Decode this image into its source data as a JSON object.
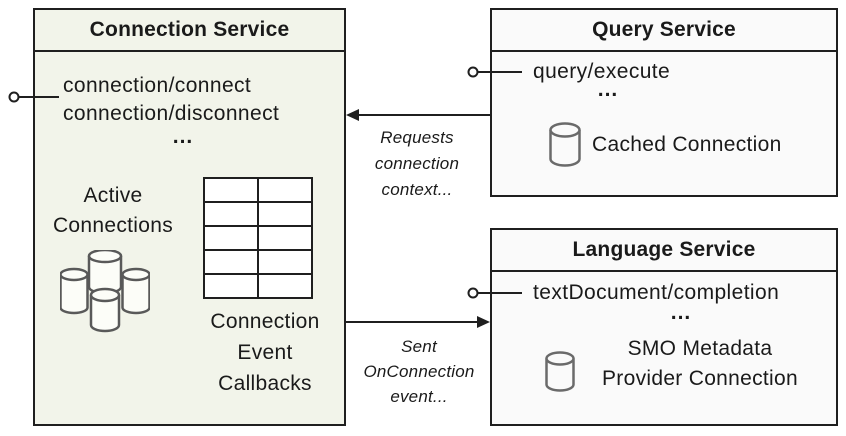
{
  "colors": {
    "connection_box_fill": "#f2f4ea",
    "service_box_fill": "#fafafa",
    "border": "#1f1f1f",
    "cylinder_stroke": "#595959"
  },
  "connection_service": {
    "title": "Connection Service",
    "method_1": "connection/connect",
    "method_2": "connection/disconnect",
    "ellipsis": "...",
    "active_connections_label": "Active\nConnections",
    "callbacks_label": "Connection\nEvent\nCallbacks"
  },
  "query_service": {
    "title": "Query Service",
    "method_1": "query/execute",
    "ellipsis": "...",
    "cached_connection_label": "Cached Connection"
  },
  "language_service": {
    "title": "Language Service",
    "method_1": "textDocument/completion",
    "ellipsis": "...",
    "provider_connection_label": "SMO Metadata\nProvider Connection"
  },
  "annotations": {
    "requests_note": "Requests\nconnection\ncontext...",
    "sent_note": "Sent\nOnConnection\nevent..."
  }
}
